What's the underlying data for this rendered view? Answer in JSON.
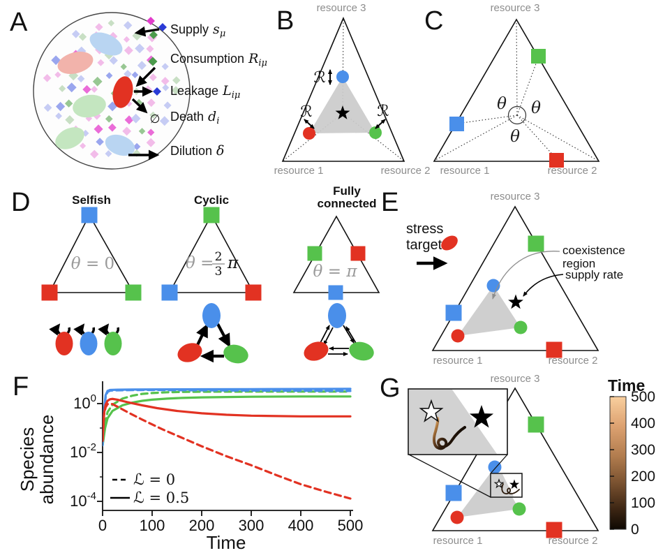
{
  "colors": {
    "red": "#e23222",
    "green": "#56c24c",
    "blue": "#4a8fea",
    "magenta": "#e23ccb",
    "deepblue": "#2a3bd6",
    "darkgreen": "#4c9b4c",
    "gray_label": "#8d8d8d",
    "coex_gray": "#cbcbcb",
    "copper_top": "#f4c893",
    "copper_bottom": "#120a04"
  },
  "panel_letters": {
    "a": "A",
    "b": "B",
    "c": "C",
    "d": "D",
    "e": "E",
    "f": "F",
    "g": "G"
  },
  "ternary": {
    "r1": "resource 1",
    "r2": "resource 2",
    "r3": "resource 3"
  },
  "panelA": {
    "labels": [
      {
        "text": "Supply",
        "sym": "s",
        "sub": "μ"
      },
      {
        "text": "Consumption",
        "sym": "R",
        "sub": "iμ"
      },
      {
        "text": "Leakage",
        "sym": "L",
        "sub": "iμ"
      },
      {
        "text": "Death",
        "sym": "d",
        "sub": "i"
      },
      {
        "text": "Dilution",
        "sym": "δ",
        "sub": ""
      }
    ],
    "empty_set": "∅",
    "diamond_palette": [
      "#f2bce9",
      "#ea6cd8",
      "#c6ccf4",
      "#9aa6ee",
      "#c8dfc4",
      "#98c793"
    ],
    "diamond_weights": [
      3,
      1,
      3,
      1,
      2,
      1
    ]
  },
  "panelB": {
    "r_sym": "ℛ"
  },
  "panelC": {
    "theta": "θ"
  },
  "panelD": {
    "title1": "Selfish",
    "title2": "Cyclic",
    "title3a": "Fully",
    "title3b": "connected",
    "t1_sym": "θ",
    "t1_rest": " = 0",
    "t2_sym": "θ",
    "t2_eq": " =",
    "t2_num": "2",
    "t2_den": "3",
    "t2_pi": "π",
    "t3_sym": "θ",
    "t3_eq": " = ",
    "t3_pi": "π"
  },
  "panelE": {
    "stress": "stress",
    "target": "target",
    "coexistence1": "coexistence",
    "coexistence2": "region",
    "supply_rate": "supply rate"
  },
  "chart_data": {
    "type": "line",
    "title": "",
    "xlabel": "Time",
    "ylabel_line1": "Species",
    "ylabel_line2": "abundance",
    "xlim": [
      0,
      500
    ],
    "ylog_lim": [
      -4.35,
      0.92
    ],
    "x_ticks": [
      0,
      100,
      200,
      300,
      400,
      500
    ],
    "y_ticks": [
      {
        "base": "10",
        "exp": "0"
      },
      {
        "base": "10",
        "exp": "-2"
      },
      {
        "base": "10",
        "exp": "-4"
      }
    ],
    "grid": false,
    "legend_position": "lower-left",
    "legend": [
      {
        "dash": true,
        "sym": "ℒ",
        "rest": " = 0"
      },
      {
        "dash": false,
        "sym": "ℒ",
        "rest": " = 0.5"
      }
    ],
    "series": [
      {
        "name": "green-solid-L0.5",
        "color": "#56c24c",
        "dash": false,
        "points": [
          [
            0,
            0.02
          ],
          [
            5,
            0.1
          ],
          [
            10,
            0.25
          ],
          [
            20,
            0.5
          ],
          [
            40,
            0.85
          ],
          [
            60,
            1.1
          ],
          [
            80,
            1.3
          ],
          [
            100,
            1.45
          ],
          [
            130,
            1.6
          ],
          [
            160,
            1.7
          ],
          [
            200,
            1.8
          ],
          [
            250,
            1.85
          ],
          [
            300,
            1.9
          ],
          [
            400,
            1.95
          ],
          [
            500,
            1.95
          ]
        ]
      },
      {
        "name": "blue-solid-L0.5",
        "color": "#4a8fea",
        "dash": false,
        "points": [
          [
            0,
            0.02
          ],
          [
            3,
            0.5
          ],
          [
            6,
            2.2
          ],
          [
            10,
            3.3
          ],
          [
            15,
            3.6
          ],
          [
            30,
            3.7
          ],
          [
            60,
            3.75
          ],
          [
            100,
            3.8
          ],
          [
            200,
            3.85
          ],
          [
            300,
            3.9
          ],
          [
            400,
            3.95
          ],
          [
            500,
            4.0
          ]
        ]
      },
      {
        "name": "green-dashed-L0",
        "color": "#56c24c",
        "dash": true,
        "points": [
          [
            0,
            0.02
          ],
          [
            5,
            0.15
          ],
          [
            10,
            0.45
          ],
          [
            20,
            0.9
          ],
          [
            40,
            1.6
          ],
          [
            60,
            2.1
          ],
          [
            80,
            2.5
          ],
          [
            100,
            2.7
          ],
          [
            130,
            2.9
          ],
          [
            160,
            3.0
          ],
          [
            200,
            3.05
          ],
          [
            300,
            3.1
          ],
          [
            400,
            3.1
          ],
          [
            500,
            3.1
          ]
        ]
      },
      {
        "name": "blue-dashed-L0",
        "color": "#4a8fea",
        "dash": true,
        "points": [
          [
            0,
            0.02
          ],
          [
            3,
            0.4
          ],
          [
            6,
            1.8
          ],
          [
            10,
            3.0
          ],
          [
            15,
            3.4
          ],
          [
            30,
            3.5
          ],
          [
            60,
            3.55
          ],
          [
            100,
            3.6
          ],
          [
            200,
            3.5
          ],
          [
            300,
            3.4
          ],
          [
            400,
            3.35
          ],
          [
            500,
            3.3
          ]
        ]
      },
      {
        "name": "red-solid-L0.5",
        "color": "#e23222",
        "dash": false,
        "points": [
          [
            0,
            0.03
          ],
          [
            3,
            0.4
          ],
          [
            6,
            0.9
          ],
          [
            10,
            1.3
          ],
          [
            15,
            1.5
          ],
          [
            20,
            1.55
          ],
          [
            30,
            1.45
          ],
          [
            50,
            1.15
          ],
          [
            80,
            0.85
          ],
          [
            110,
            0.65
          ],
          [
            150,
            0.5
          ],
          [
            200,
            0.4
          ],
          [
            250,
            0.35
          ],
          [
            300,
            0.32
          ],
          [
            400,
            0.3
          ],
          [
            500,
            0.3
          ]
        ]
      },
      {
        "name": "red-dashed-L0",
        "color": "#e23222",
        "dash": true,
        "points": [
          [
            0,
            0.03
          ],
          [
            3,
            0.35
          ],
          [
            6,
            0.7
          ],
          [
            10,
            0.95
          ],
          [
            15,
            1.0
          ],
          [
            20,
            0.95
          ],
          [
            30,
            0.75
          ],
          [
            50,
            0.45
          ],
          [
            80,
            0.22
          ],
          [
            120,
            0.09
          ],
          [
            160,
            0.04
          ],
          [
            200,
            0.018
          ],
          [
            250,
            0.007
          ],
          [
            300,
            0.003
          ],
          [
            350,
            0.0012
          ],
          [
            400,
            0.0005
          ],
          [
            450,
            0.00025
          ],
          [
            500,
            0.00013
          ]
        ]
      }
    ]
  },
  "panelG": {
    "colorbar_title": "Time",
    "colorbar_ticks": [
      500,
      400,
      300,
      200,
      100,
      0
    ]
  }
}
